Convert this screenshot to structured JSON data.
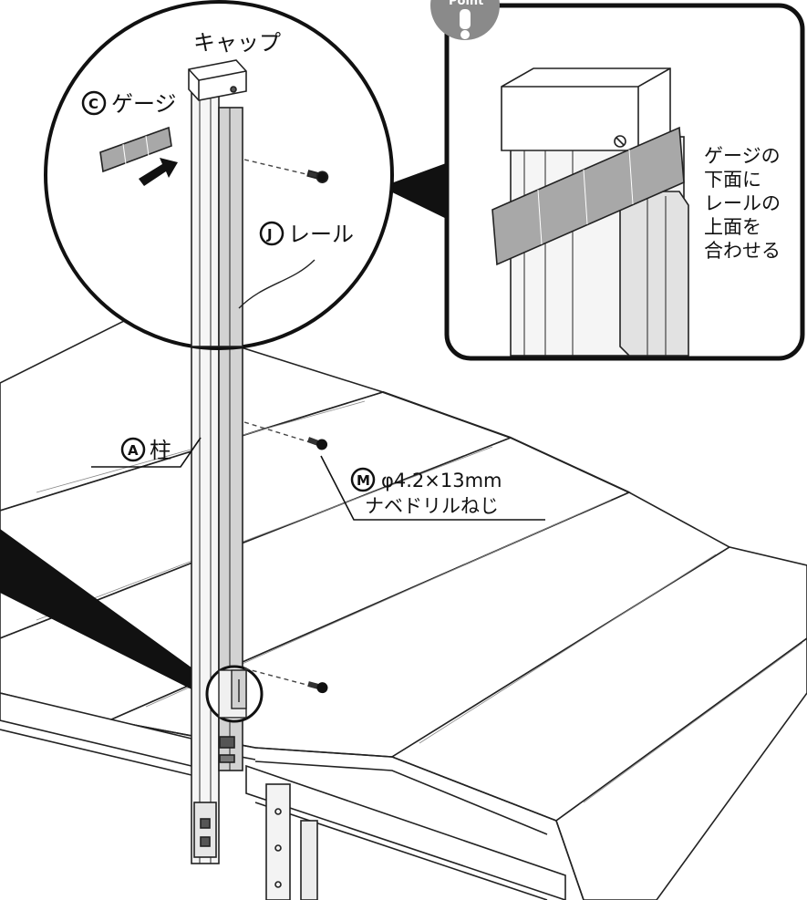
{
  "labels": {
    "cap": "キャップ",
    "gauge": {
      "badge": "C",
      "text": "ゲージ"
    },
    "rail": {
      "badge": "J",
      "text": "レール"
    },
    "post": {
      "badge": "A",
      "text": "柱"
    },
    "screw": {
      "badge": "M",
      "spec": "φ4.2×13mm",
      "name": "ナベドリルねじ"
    }
  },
  "point_box": {
    "badge": "Point",
    "instruction": [
      "ゲージの",
      "下面に",
      "レールの",
      "上面を",
      "合わせる"
    ]
  },
  "colors": {
    "line": "#111111",
    "post_fill": "#f5f5f5",
    "rail_fill": "#cfcfcf",
    "gauge_fill": "#a8a8a8",
    "point_badge": "#8a8a8a"
  }
}
